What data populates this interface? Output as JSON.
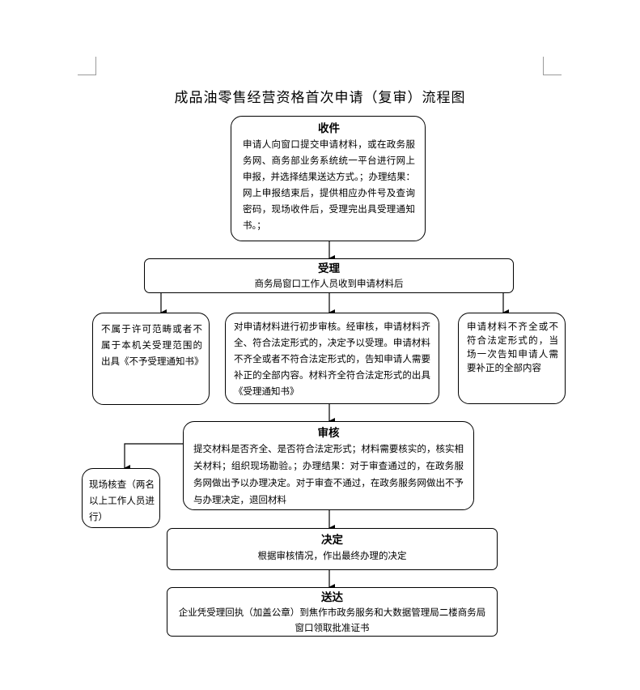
{
  "title": "成品油零售经营资格首次申请（复审）流程图",
  "steps": {
    "receive": {
      "head": "收件",
      "body": "申请人向窗口提交申请材料，或在政务服务网、商务部业务系统统一平台进行网上申报，并选择结果送达方式。；办理结果：网上申报结束后，提供相应办件号及查询密码，现场收件后，受理完出具受理通知书。；"
    },
    "accept": {
      "head": "受理",
      "body": "商务局窗口工作人员收到申请材料后"
    },
    "reject": {
      "body": "不属于许可范畴或者不属于本机关受理范围的出具《不予受理通知书》"
    },
    "review_initial": {
      "body": "对申请材料进行初步审核。经审核，申请材料齐全、符合法定形式的，决定予以受理。申请材料不齐全或者不符合法定形式的，告知申请人需要补正的全部内容。材料齐全符合法定形式的出具《受理通知书》"
    },
    "incomplete": {
      "body": "申请材料不齐全或不符合法定形式的，当场一次告知申请人需要补正的全部内容"
    },
    "examine": {
      "head": "审核",
      "body": "提交材料是否齐全、是否符合法定形式；材料需要核实的，核实相关材料；组织现场勘验。；办理结果：对于审查通过的，在政务服务网做出予以办理决定。对于审查不通过，在政务服务网做出不予与办理决定，退回材料"
    },
    "site_check": {
      "body": "现场核查（两名以上工作人员进行）"
    },
    "decide": {
      "head": "决定",
      "body": "根据审核情况，作出最终办理的决定"
    },
    "deliver": {
      "head": "送达",
      "body": "企业凭受理回执（加盖公章）到焦作市政务服务和大数据管理局二楼商务局窗口领取批准证书"
    }
  }
}
